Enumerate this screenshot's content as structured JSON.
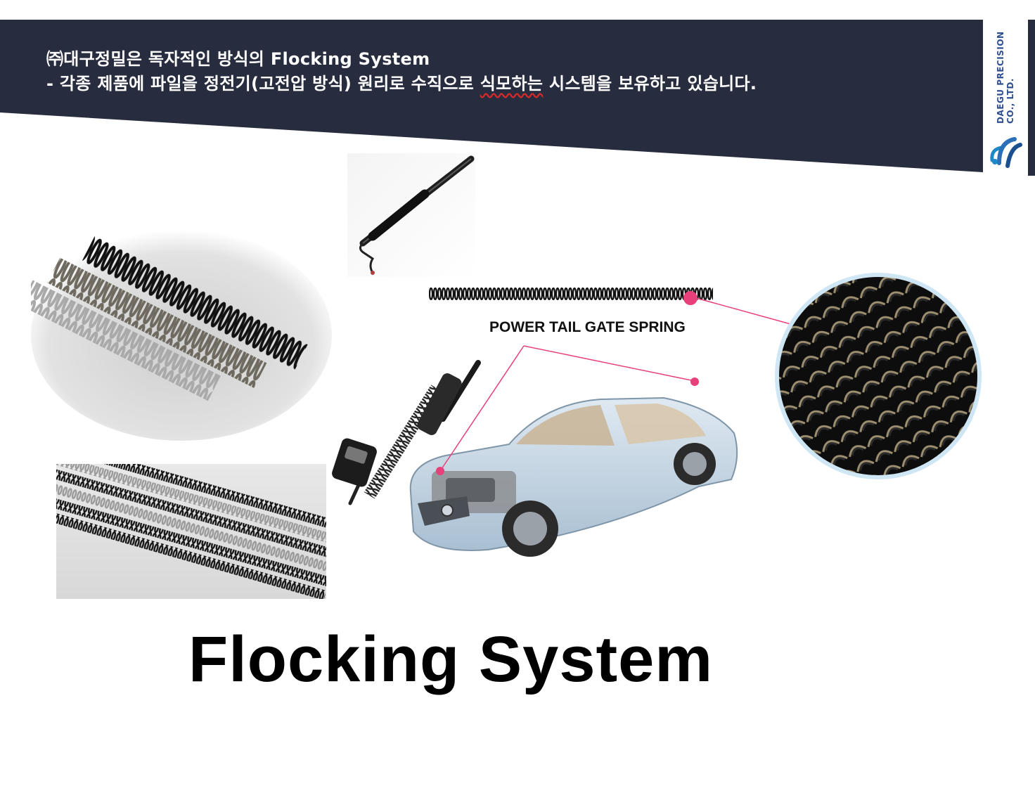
{
  "header": {
    "line1": "㈜대구정밀은 독자적인 방식의 Flocking System",
    "line2_prefix": "- 각종 제품에 파일을 정전기(고전압 방식) 원리로 수직으로 ",
    "line2_underlined": "식모하는",
    "line2_suffix": " 시스템을 보유하고 있습니다."
  },
  "brand": {
    "name_line1": "DAEGU PRECISION",
    "name_line2": "CO., LTD."
  },
  "caption": "POWER TAIL GATE SPRING",
  "title": "Flocking System",
  "colors": {
    "header_band": "#282c3f",
    "accent_pink": "#e8407a",
    "brand_blue": "#1e88c8"
  }
}
